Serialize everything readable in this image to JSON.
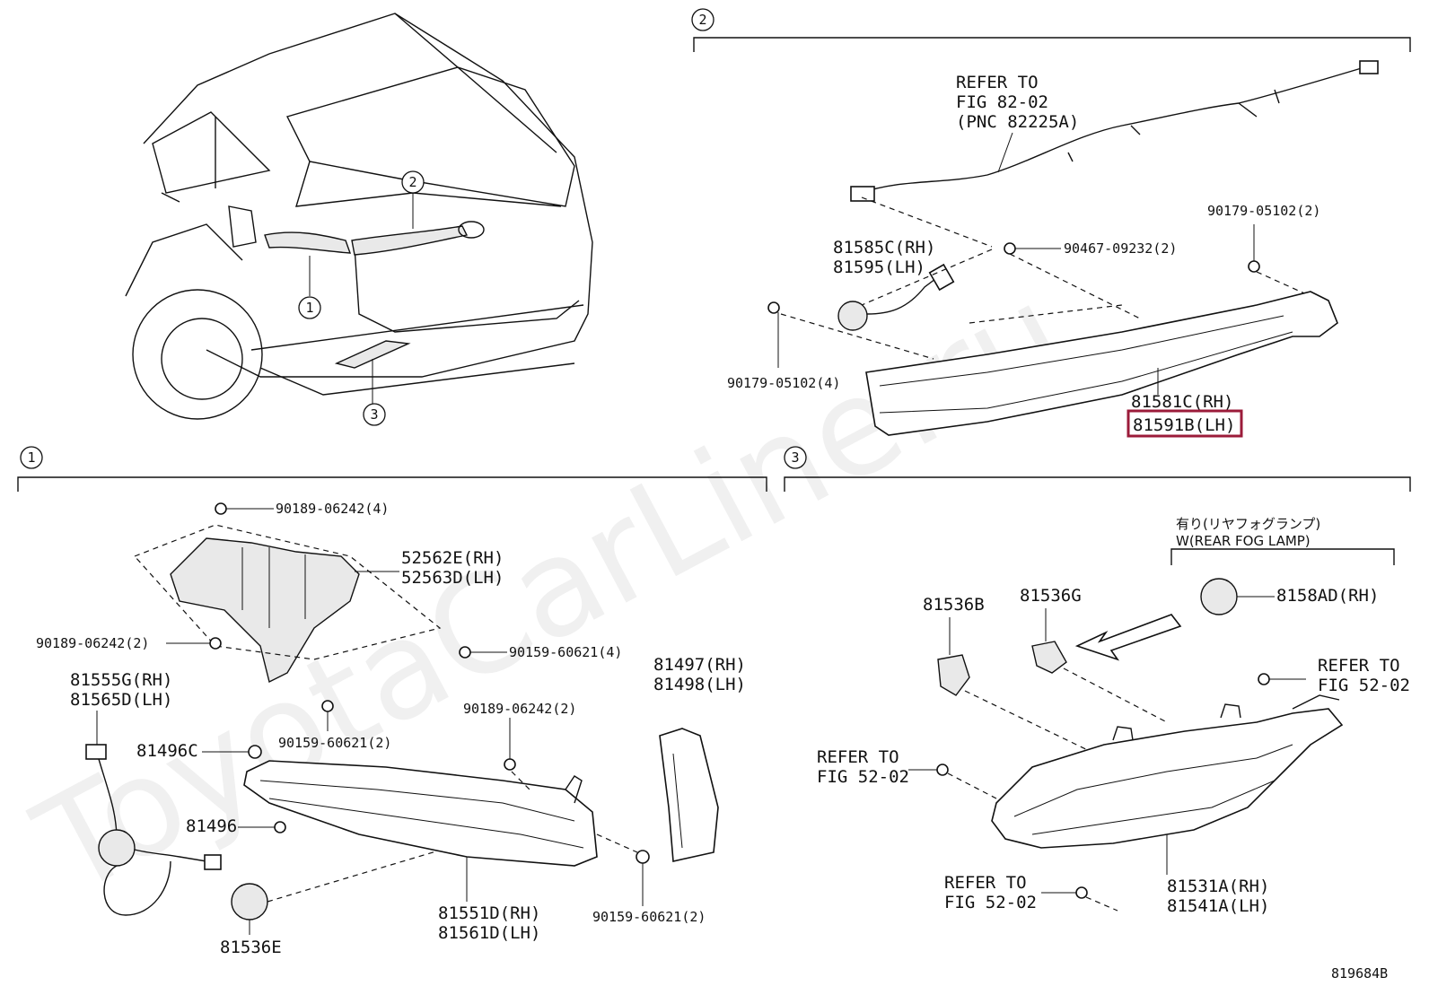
{
  "diagram_id": "819684B",
  "watermark": "ToyotaCarLine.ru",
  "sections": {
    "s1": {
      "number": "1"
    },
    "s2": {
      "number": "2"
    },
    "s3": {
      "number": "3"
    }
  },
  "car_callouts": [
    "1",
    "2",
    "3"
  ],
  "labels": {
    "refer_fig82_1": "REFER TO",
    "refer_fig82_2": "FIG 82-02",
    "refer_fig82_3": "(PNC 82225A)",
    "p90179_2": "90179-05102(2)",
    "p90467": "90467-09232(2)",
    "p81585c": "81585C(RH)",
    "p81595": "81595(LH)",
    "p90179_4": "90179-05102(4)",
    "p81581c": "81581C(RH)",
    "p81591b": "81591B(LH)",
    "p90189_4": "90189-06242(4)",
    "p52562e": "52562E(RH)",
    "p52563d": "52563D(LH)",
    "p90189_2a": "90189-06242(2)",
    "p90159_4": "90159-60621(4)",
    "p81555g": "81555G(RH)",
    "p81565d": "81565D(LH)",
    "p81497": "81497(RH)",
    "p81498": "81498(LH)",
    "p81496c": "81496C",
    "p90159_2a": "90159-60621(2)",
    "p90189_2b": "90189-06242(2)",
    "p81496": "81496",
    "p81536e": "81536E",
    "p81551d": "81551D(RH)",
    "p81561d": "81561D(LH)",
    "p90159_2b": "90159-60621(2)",
    "jp_fog": "有り(リヤフォグランプ)",
    "fog": "W(REAR FOG LAMP)",
    "p8158ad": "8158AD(RH)",
    "p81536b": "81536B",
    "p81536g": "81536G",
    "refer52_a1": "REFER TO",
    "refer52_a2": "FIG 52-02",
    "refer52_b1": "REFER TO",
    "refer52_b2": "FIG 52-02",
    "refer52_c1": "REFER TO",
    "refer52_c2": "FIG 52-02",
    "p81531a": "81531A(RH)",
    "p81541a": "81541A(LH)"
  },
  "colors": {
    "highlight": "#9b1b3a",
    "line": "#111111"
  }
}
